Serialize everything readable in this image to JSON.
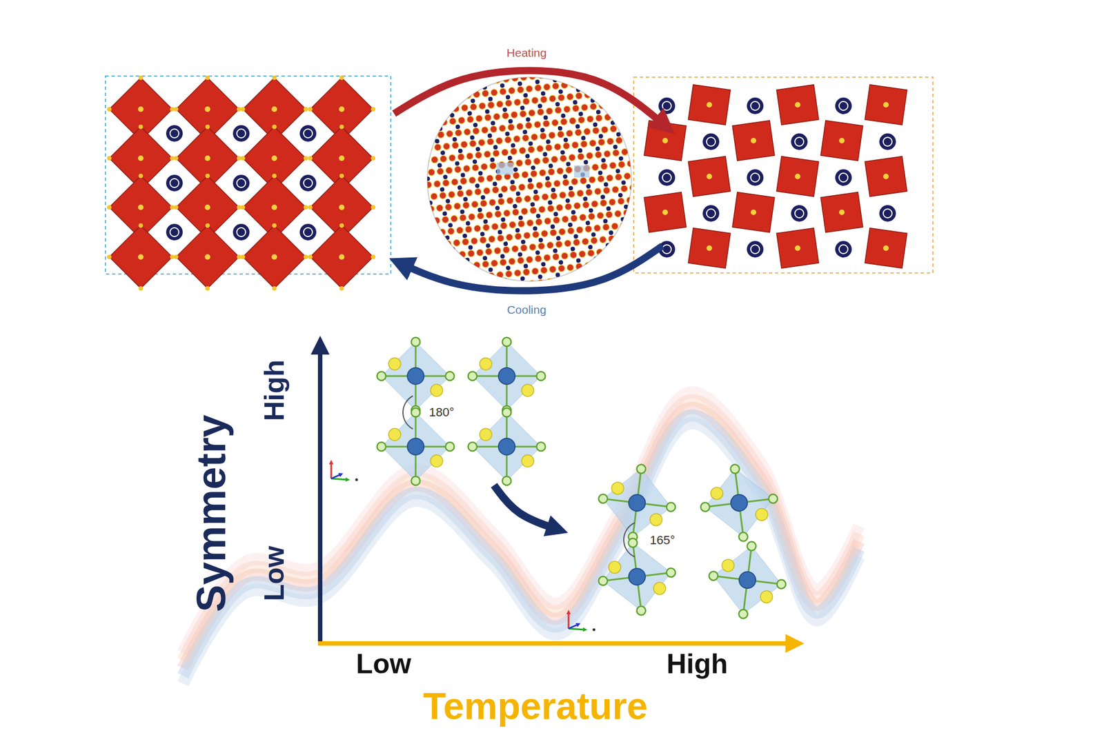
{
  "diagram": {
    "labels": [
      "Heating",
      "Cooling",
      "High",
      "Symmetry",
      "Low",
      "180°",
      "165°",
      "Low",
      "High",
      "Temperature"
    ]
  }
}
